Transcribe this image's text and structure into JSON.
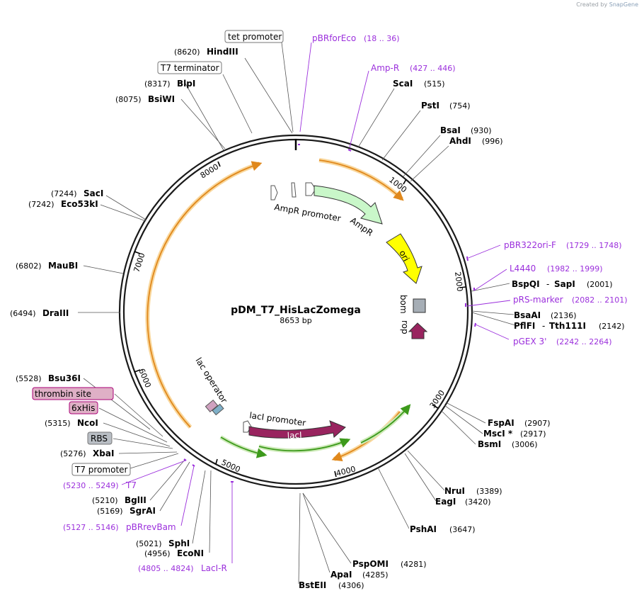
{
  "credit": {
    "prefix": "Created by",
    "brand": "SnapGene"
  },
  "plasmid": {
    "name": "pDM_T7_HisLacZomega",
    "length_label": "8653 bp",
    "length": 8653
  },
  "ticks": [
    "1000",
    "2000",
    "3000",
    "4000",
    "5000",
    "6000",
    "7000",
    "8000"
  ],
  "features": {
    "AmpR_promoter": "AmpR promoter",
    "AmpR": "AmpR",
    "ori": "ori",
    "bom": "bom",
    "rop": "rop",
    "lacI_promoter": "lacI promoter",
    "lacI": "lacI",
    "lac_operator": "lac operator"
  },
  "boxed_features": {
    "tet_promoter": "tet promoter",
    "T7_terminator": "T7 terminator",
    "thrombin_site": "thrombin site",
    "his6": "6xHis",
    "RBS": "RBS",
    "T7_promoter": "T7 promoter"
  },
  "sites": {
    "HindIII": {
      "name": "HindIII",
      "pos": "(8620)"
    },
    "BlpI": {
      "name": "BlpI",
      "pos": "(8317)"
    },
    "BsiWI": {
      "name": "BsiWI",
      "pos": "(8075)"
    },
    "SacI": {
      "name": "SacI",
      "pos": "(7244)"
    },
    "Eco53kI": {
      "name": "Eco53kI",
      "pos": "(7242)"
    },
    "MauBI": {
      "name": "MauBI",
      "pos": "(6802)"
    },
    "DraIII": {
      "name": "DraIII",
      "pos": "(6494)"
    },
    "Bsu36I": {
      "name": "Bsu36I",
      "pos": "(5528)"
    },
    "NcoI": {
      "name": "NcoI",
      "pos": "(5315)"
    },
    "XbaI": {
      "name": "XbaI",
      "pos": "(5276)"
    },
    "BglII": {
      "name": "BglII",
      "pos": "(5210)"
    },
    "SgrAI": {
      "name": "SgrAI",
      "pos": "(5169)"
    },
    "SphI": {
      "name": "SphI",
      "pos": "(5021)"
    },
    "EcoNI": {
      "name": "EcoNI",
      "pos": "(4956)"
    },
    "ScaI": {
      "name": "ScaI",
      "pos": "(515)"
    },
    "PstI": {
      "name": "PstI",
      "pos": "(754)"
    },
    "BsaI": {
      "name": "BsaI",
      "pos": "(930)"
    },
    "AhdI": {
      "name": "AhdI",
      "pos": "(996)"
    },
    "BspQI": {
      "name": "BspQI",
      "pos": ""
    },
    "SapI": {
      "name": "SapI",
      "pos": "(2001)"
    },
    "BsaAI": {
      "name": "BsaAI",
      "pos": "(2136)"
    },
    "PflFI": {
      "name": "PflFI",
      "pos": ""
    },
    "Tth111I": {
      "name": "Tth111I",
      "pos": "(2142)"
    },
    "FspAI": {
      "name": "FspAI",
      "pos": "(2907)"
    },
    "MscI": {
      "name": "MscI *",
      "pos": "(2917)"
    },
    "BsmI": {
      "name": "BsmI",
      "pos": "(3006)"
    },
    "NruI": {
      "name": "NruI",
      "pos": "(3389)"
    },
    "EagI": {
      "name": "EagI",
      "pos": "(3420)"
    },
    "PshAI": {
      "name": "PshAI",
      "pos": "(3647)"
    },
    "PspOMI": {
      "name": "PspOMI",
      "pos": "(4281)"
    },
    "ApaI": {
      "name": "ApaI",
      "pos": "(4285)"
    },
    "BstEII": {
      "name": "BstEII",
      "pos": "(4306)"
    }
  },
  "primers": {
    "pBRforEco": {
      "name": "pBRforEco",
      "pos": "(18 .. 36)"
    },
    "AmpR": {
      "name": "Amp-R",
      "pos": "(427 .. 446)"
    },
    "pBR322oriF": {
      "name": "pBR322ori-F",
      "pos": "(1729 .. 1748)"
    },
    "L4440": {
      "name": "L4440",
      "pos": "(1982 .. 1999)"
    },
    "pRSmarker": {
      "name": "pRS-marker",
      "pos": "(2082 .. 2101)"
    },
    "pGEX3": {
      "name": "pGEX 3'",
      "pos": "(2242 .. 2264)"
    },
    "T7": {
      "name": "T7",
      "pos": "(5230 .. 5249)"
    },
    "pBRrevBam": {
      "name": "pBRrevBam",
      "pos": "(5127 .. 5146)"
    },
    "LacIR": {
      "name": "LacI-R",
      "pos": "(4805 .. 4824)"
    }
  },
  "colors": {
    "backbone": "#1a1a1a",
    "primer": "#9b2fdc",
    "ampr": "#c9f7c9",
    "ori": "#ffff00",
    "lacI": "#99245f",
    "rop": "#99245f",
    "bom": "#a6aeb6",
    "orf_orange": "#e0881c",
    "orf_green": "#3d9a1c"
  }
}
